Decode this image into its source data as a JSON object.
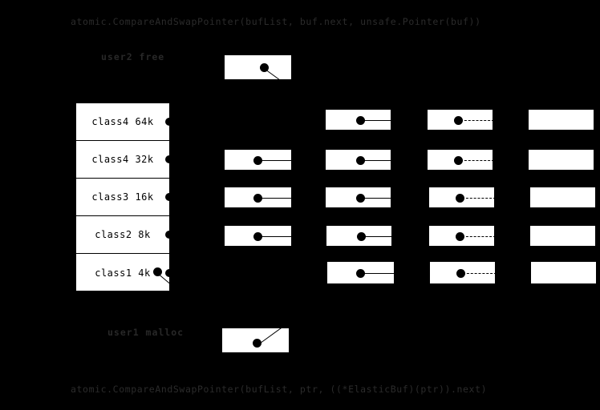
{
  "code": {
    "top": "atomic.CompareAndSwapPointer(bufList, buf.next, unsafe.Pointer(buf))",
    "bottom": "atomic.CompareAndSwapPointer(bufList, ptr, ((*ElasticBuf)(ptr)).next)"
  },
  "labels": {
    "top_actor": "user2 free",
    "bottom_actor": "user1 malloc"
  },
  "colors": {
    "background": "#000000",
    "node_fill": "#ffffff",
    "stroke": "#000000",
    "code_text": "#2b2b2b",
    "label_text": "#282828"
  },
  "size_classes": [
    {
      "label": "class4 64k",
      "nodes": 3
    },
    {
      "label": "class4 32k",
      "nodes": 4
    },
    {
      "label": "class3 16k",
      "nodes": 4
    },
    {
      "label": "class2 8k",
      "nodes": 4
    },
    {
      "label": "class1 4k",
      "nodes": 3
    }
  ],
  "top_node": {
    "name": "free-node",
    "link_style": "diagonal-down-right"
  },
  "bottom_node": {
    "name": "malloc-node",
    "link_style": "diagonal-up-right"
  },
  "link_styles": {
    "solid": "solid",
    "dashdot": "dash-dot"
  }
}
